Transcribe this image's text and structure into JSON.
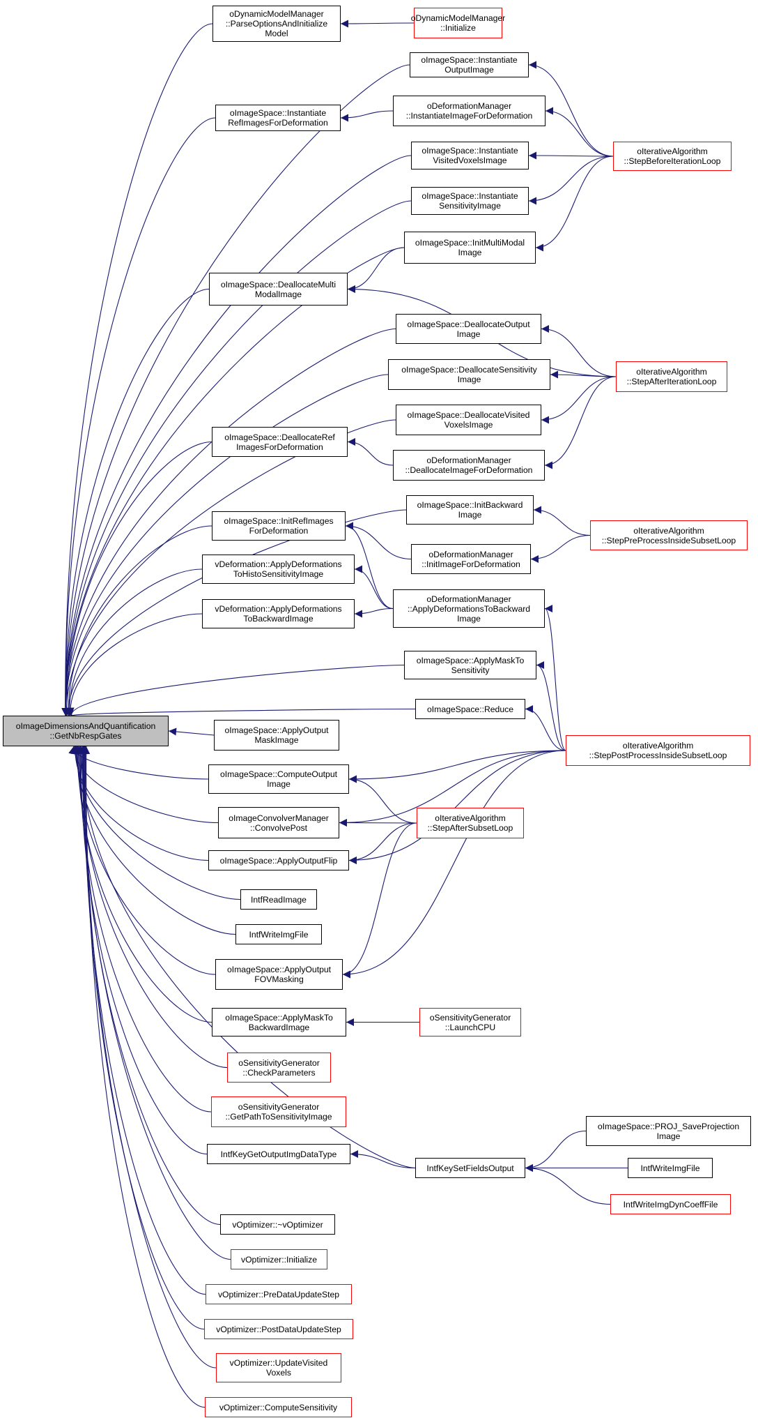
{
  "colors": {
    "edge": "#191970",
    "border_default": "#000000",
    "border_truncated": "#ff0000",
    "root_fill": "#bfbfbf"
  },
  "nodes": [
    {
      "id": "root",
      "label": "oImageDimensionsAndQuantification\n::GetNbRespGates",
      "style": "root"
    },
    {
      "id": "n_parseopt",
      "label": "oDynamicModelManager\n::ParseOptionsAndInitialize\nModel",
      "style": "black"
    },
    {
      "id": "n_dmm_init",
      "label": "oDynamicModelManager\n::Initialize",
      "style": "red"
    },
    {
      "id": "n_inst_out",
      "label": "oImageSpace::Instantiate\nOutputImage",
      "style": "black"
    },
    {
      "id": "n_inst_ref",
      "label": "oImageSpace::Instantiate\nRefImagesForDeformation",
      "style": "black"
    },
    {
      "id": "n_dm_inst",
      "label": "oDeformationManager\n::InstantiateImageForDeformation",
      "style": "black"
    },
    {
      "id": "n_inst_vis",
      "label": "oImageSpace::Instantiate\nVisitedVoxelsImage",
      "style": "black"
    },
    {
      "id": "n_before",
      "label": "oIterativeAlgorithm\n::StepBeforeIterationLoop",
      "style": "red"
    },
    {
      "id": "n_inst_sens",
      "label": "oImageSpace::Instantiate\nSensitivityImage",
      "style": "black"
    },
    {
      "id": "n_initmm",
      "label": "oImageSpace::InitMultiModal\nImage",
      "style": "black"
    },
    {
      "id": "n_dealloc_mm",
      "label": "oImageSpace::DeallocateMulti\nModalImage",
      "style": "black"
    },
    {
      "id": "n_dealloc_out",
      "label": "oImageSpace::DeallocateOutput\nImage",
      "style": "black"
    },
    {
      "id": "n_dealloc_sens",
      "label": "oImageSpace::DeallocateSensitivity\nImage",
      "style": "black"
    },
    {
      "id": "n_after",
      "label": "oIterativeAlgorithm\n::StepAfterIterationLoop",
      "style": "red"
    },
    {
      "id": "n_dealloc_vis",
      "label": "oImageSpace::DeallocateVisited\nVoxelsImage",
      "style": "black"
    },
    {
      "id": "n_dealloc_ref",
      "label": "oImageSpace::DeallocateRef\nImagesForDeformation",
      "style": "black"
    },
    {
      "id": "n_dm_dealloc",
      "label": "oDeformationManager\n::DeallocateImageForDeformation",
      "style": "black"
    },
    {
      "id": "n_initback",
      "label": "oImageSpace::InitBackward\nImage",
      "style": "black"
    },
    {
      "id": "n_initref",
      "label": "oImageSpace::InitRefImages\nForDeformation",
      "style": "black"
    },
    {
      "id": "n_preproc",
      "label": "oIterativeAlgorithm\n::StepPreProcessInsideSubsetLoop",
      "style": "red"
    },
    {
      "id": "n_dm_initimg",
      "label": "oDeformationManager\n::InitImageForDeformation",
      "style": "black"
    },
    {
      "id": "n_vdef_histo",
      "label": "vDeformation::ApplyDeformations\nToHistoSensitivityImage",
      "style": "black"
    },
    {
      "id": "n_dm_apply",
      "label": "oDeformationManager\n::ApplyDeformationsToBackward\nImage",
      "style": "black"
    },
    {
      "id": "n_vdef_back",
      "label": "vDeformation::ApplyDeformations\nToBackwardImage",
      "style": "black"
    },
    {
      "id": "n_masksens",
      "label": "oImageSpace::ApplyMaskTo\nSensitivity",
      "style": "black"
    },
    {
      "id": "n_reduce",
      "label": "oImageSpace::Reduce",
      "style": "black"
    },
    {
      "id": "n_outmask",
      "label": "oImageSpace::ApplyOutput\nMaskImage",
      "style": "black"
    },
    {
      "id": "n_postproc",
      "label": "oIterativeAlgorithm\n::StepPostProcessInsideSubsetLoop",
      "style": "red"
    },
    {
      "id": "n_compout",
      "label": "oImageSpace::ComputeOutput\nImage",
      "style": "black"
    },
    {
      "id": "n_convpost",
      "label": "oImageConvolverManager\n::ConvolvePost",
      "style": "black"
    },
    {
      "id": "n_aftersub",
      "label": "oIterativeAlgorithm\n::StepAfterSubsetLoop",
      "style": "red"
    },
    {
      "id": "n_outflip",
      "label": "oImageSpace::ApplyOutputFlip",
      "style": "black"
    },
    {
      "id": "n_readimg",
      "label": "IntfReadImage",
      "style": "black"
    },
    {
      "id": "n_writeimg",
      "label": "IntfWriteImgFile",
      "style": "black"
    },
    {
      "id": "n_fov",
      "label": "oImageSpace::ApplyOutput\nFOVMasking",
      "style": "black"
    },
    {
      "id": "n_maskback",
      "label": "oImageSpace::ApplyMaskTo\nBackwardImage",
      "style": "black"
    },
    {
      "id": "n_launchcpu",
      "label": "oSensitivityGenerator\n::LaunchCPU",
      "style": "red"
    },
    {
      "id": "n_checkparam",
      "label": "oSensitivityGenerator\n::CheckParameters",
      "style": "red"
    },
    {
      "id": "n_getpath",
      "label": "oSensitivityGenerator\n::GetPathToSensitivityImage",
      "style": "red"
    },
    {
      "id": "n_proj_save",
      "label": "oImageSpace::PROJ_SaveProjection\nImage",
      "style": "black"
    },
    {
      "id": "n_keyget",
      "label": "IntfKeyGetOutputImgDataType",
      "style": "black"
    },
    {
      "id": "n_keyset",
      "label": "IntfKeySetFieldsOutput",
      "style": "black"
    },
    {
      "id": "n_writeimg2",
      "label": "IntfWriteImgFile",
      "style": "black"
    },
    {
      "id": "n_writedyn",
      "label": "IntfWriteImgDynCoeffFile",
      "style": "red"
    },
    {
      "id": "n_vopt_dtor",
      "label": "vOptimizer::~vOptimizer",
      "style": "black"
    },
    {
      "id": "n_vopt_init",
      "label": "vOptimizer::Initialize",
      "style": "red"
    },
    {
      "id": "n_vopt_pre",
      "label": "vOptimizer::PreDataUpdateStep",
      "style": "red"
    },
    {
      "id": "n_vopt_post",
      "label": "vOptimizer::PostDataUpdateStep",
      "style": "red"
    },
    {
      "id": "n_vopt_upd",
      "label": "vOptimizer::UpdateVisited\nVoxels",
      "style": "red"
    },
    {
      "id": "n_vopt_comp",
      "label": "vOptimizer::ComputeSensitivity",
      "style": "red"
    }
  ],
  "edges": [
    [
      "n_parseopt",
      "root"
    ],
    [
      "n_inst_out",
      "root"
    ],
    [
      "n_inst_ref",
      "root"
    ],
    [
      "n_inst_vis",
      "root"
    ],
    [
      "n_inst_sens",
      "root"
    ],
    [
      "n_initmm",
      "root"
    ],
    [
      "n_dealloc_mm",
      "root"
    ],
    [
      "n_dealloc_out",
      "root"
    ],
    [
      "n_dealloc_sens",
      "root"
    ],
    [
      "n_dealloc_vis",
      "root"
    ],
    [
      "n_dealloc_ref",
      "root"
    ],
    [
      "n_initback",
      "root"
    ],
    [
      "n_initref",
      "root"
    ],
    [
      "n_vdef_histo",
      "root"
    ],
    [
      "n_vdef_back",
      "root"
    ],
    [
      "n_masksens",
      "root"
    ],
    [
      "n_reduce",
      "root"
    ],
    [
      "n_outmask",
      "root"
    ],
    [
      "n_compout",
      "root"
    ],
    [
      "n_convpost",
      "root"
    ],
    [
      "n_outflip",
      "root"
    ],
    [
      "n_readimg",
      "root"
    ],
    [
      "n_writeimg",
      "root"
    ],
    [
      "n_fov",
      "root"
    ],
    [
      "n_maskback",
      "root"
    ],
    [
      "n_checkparam",
      "root"
    ],
    [
      "n_getpath",
      "root"
    ],
    [
      "n_keyget",
      "root"
    ],
    [
      "n_keyset",
      "root"
    ],
    [
      "n_vopt_dtor",
      "root"
    ],
    [
      "n_vopt_init",
      "root"
    ],
    [
      "n_vopt_pre",
      "root"
    ],
    [
      "n_vopt_post",
      "root"
    ],
    [
      "n_vopt_upd",
      "root"
    ],
    [
      "n_vopt_comp",
      "root"
    ],
    [
      "n_dmm_init",
      "n_parseopt"
    ],
    [
      "n_dm_inst",
      "n_inst_ref"
    ],
    [
      "n_before",
      "n_inst_out"
    ],
    [
      "n_before",
      "n_dm_inst"
    ],
    [
      "n_before",
      "n_inst_vis"
    ],
    [
      "n_before",
      "n_inst_sens"
    ],
    [
      "n_before",
      "n_initmm"
    ],
    [
      "n_initmm",
      "n_dealloc_mm"
    ],
    [
      "n_after",
      "n_dealloc_mm"
    ],
    [
      "n_after",
      "n_dealloc_out"
    ],
    [
      "n_after",
      "n_dealloc_sens"
    ],
    [
      "n_after",
      "n_dealloc_vis"
    ],
    [
      "n_after",
      "n_dm_dealloc"
    ],
    [
      "n_dm_dealloc",
      "n_dealloc_ref"
    ],
    [
      "n_preproc",
      "n_initback"
    ],
    [
      "n_preproc",
      "n_dm_initimg"
    ],
    [
      "n_dm_initimg",
      "n_initref"
    ],
    [
      "n_dm_apply",
      "n_initref"
    ],
    [
      "n_dm_apply",
      "n_vdef_histo"
    ],
    [
      "n_dm_apply",
      "n_vdef_back"
    ],
    [
      "n_postproc",
      "n_dm_apply"
    ],
    [
      "n_postproc",
      "n_masksens"
    ],
    [
      "n_postproc",
      "n_reduce"
    ],
    [
      "n_postproc",
      "n_compout"
    ],
    [
      "n_postproc",
      "n_convpost"
    ],
    [
      "n_postproc",
      "n_outflip"
    ],
    [
      "n_postproc",
      "n_fov"
    ],
    [
      "n_aftersub",
      "n_compout"
    ],
    [
      "n_aftersub",
      "n_convpost"
    ],
    [
      "n_aftersub",
      "n_outflip"
    ],
    [
      "n_aftersub",
      "n_fov"
    ],
    [
      "n_launchcpu",
      "n_maskback"
    ],
    [
      "n_keyset",
      "n_keyget"
    ],
    [
      "n_proj_save",
      "n_keyset"
    ],
    [
      "n_writeimg2",
      "n_keyset"
    ],
    [
      "n_writedyn",
      "n_keyset"
    ]
  ]
}
